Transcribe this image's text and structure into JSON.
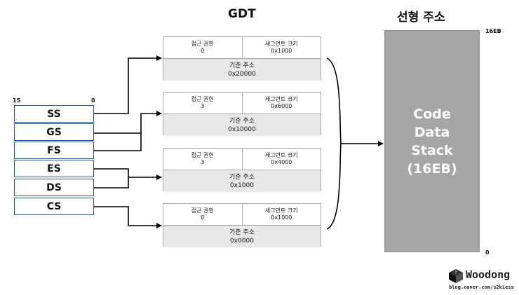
{
  "titles": {
    "gdt": "GDT",
    "linear": "선형 주소"
  },
  "register_bits": {
    "high": "15",
    "low": "0"
  },
  "registers": [
    "SS",
    "GS",
    "FS",
    "ES",
    "DS",
    "CS"
  ],
  "entry_labels": {
    "privilege": "접근 권한",
    "segment_size": "세그먼트 크기",
    "base": "기준 주소"
  },
  "gdt_entries": [
    {
      "privilege": "0",
      "size": "0x1000",
      "base": "0x20000"
    },
    {
      "privilege": "3",
      "size": "0x6000",
      "base": "0x10000"
    },
    {
      "privilege": "3",
      "size": "0x4000",
      "base": "0x1000"
    },
    {
      "privilege": "0",
      "size": "0x1000",
      "base": "0x0000"
    }
  ],
  "linear_space": {
    "lines": [
      "Code",
      "Data",
      "Stack",
      "(16EB)"
    ],
    "top_label": "16EB",
    "bottom_label": "0"
  },
  "logo": {
    "name": "Woodong",
    "url": "blog.naver.com/s2kiess"
  },
  "colors": {
    "register_border": "#2f5597",
    "linear_fill": "#a6a6a6",
    "entry_base_fill": "#e8e8e8"
  }
}
